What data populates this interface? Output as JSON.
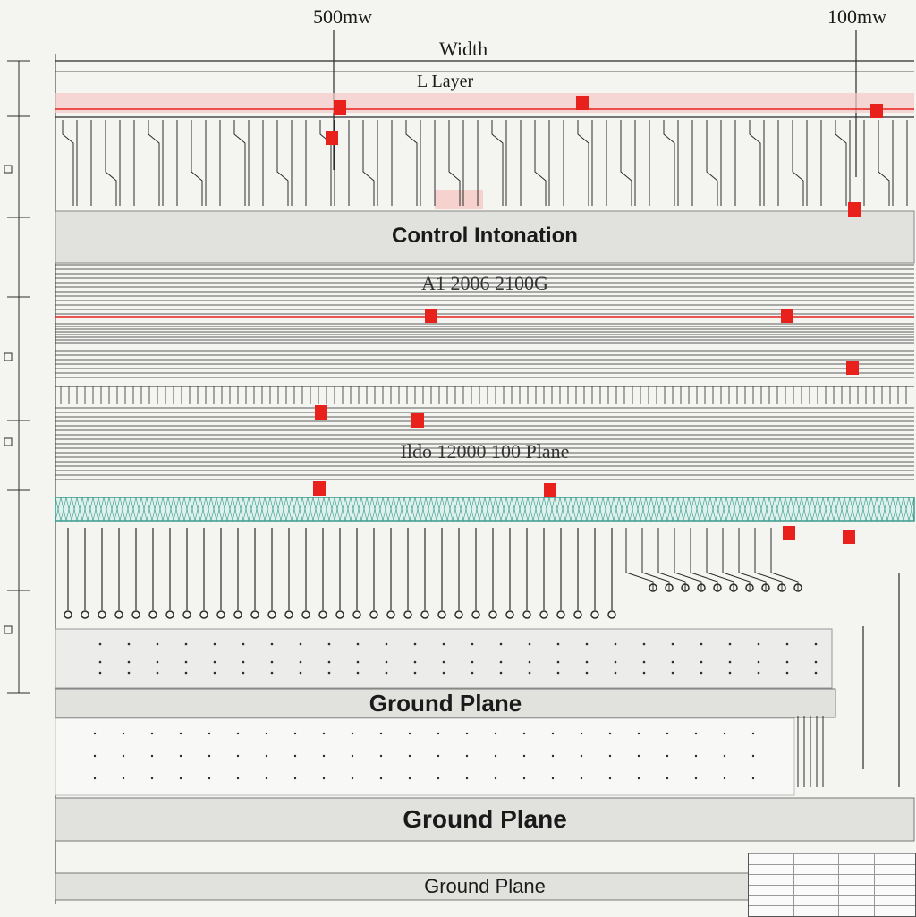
{
  "header": {
    "dim_left": "500mw",
    "dim_right": "100mw",
    "width_label": "Width",
    "layer_label": "L Layer"
  },
  "bands": {
    "control_title": "Control Intonation",
    "control_code": "A1 2006 2100G",
    "lower_code": "Ildo 12000 100 Plane",
    "ground_1": "Ground Plane",
    "ground_2": "Ground Plane",
    "ground_3": "Ground Plane"
  },
  "colors": {
    "trace": "#2b2b2b",
    "marker": "#e8211d",
    "highlight": "#f6c9c7",
    "band_fill": "#e1e1de",
    "mesh": "#3a9a8c",
    "background": "#f4f4f1"
  }
}
